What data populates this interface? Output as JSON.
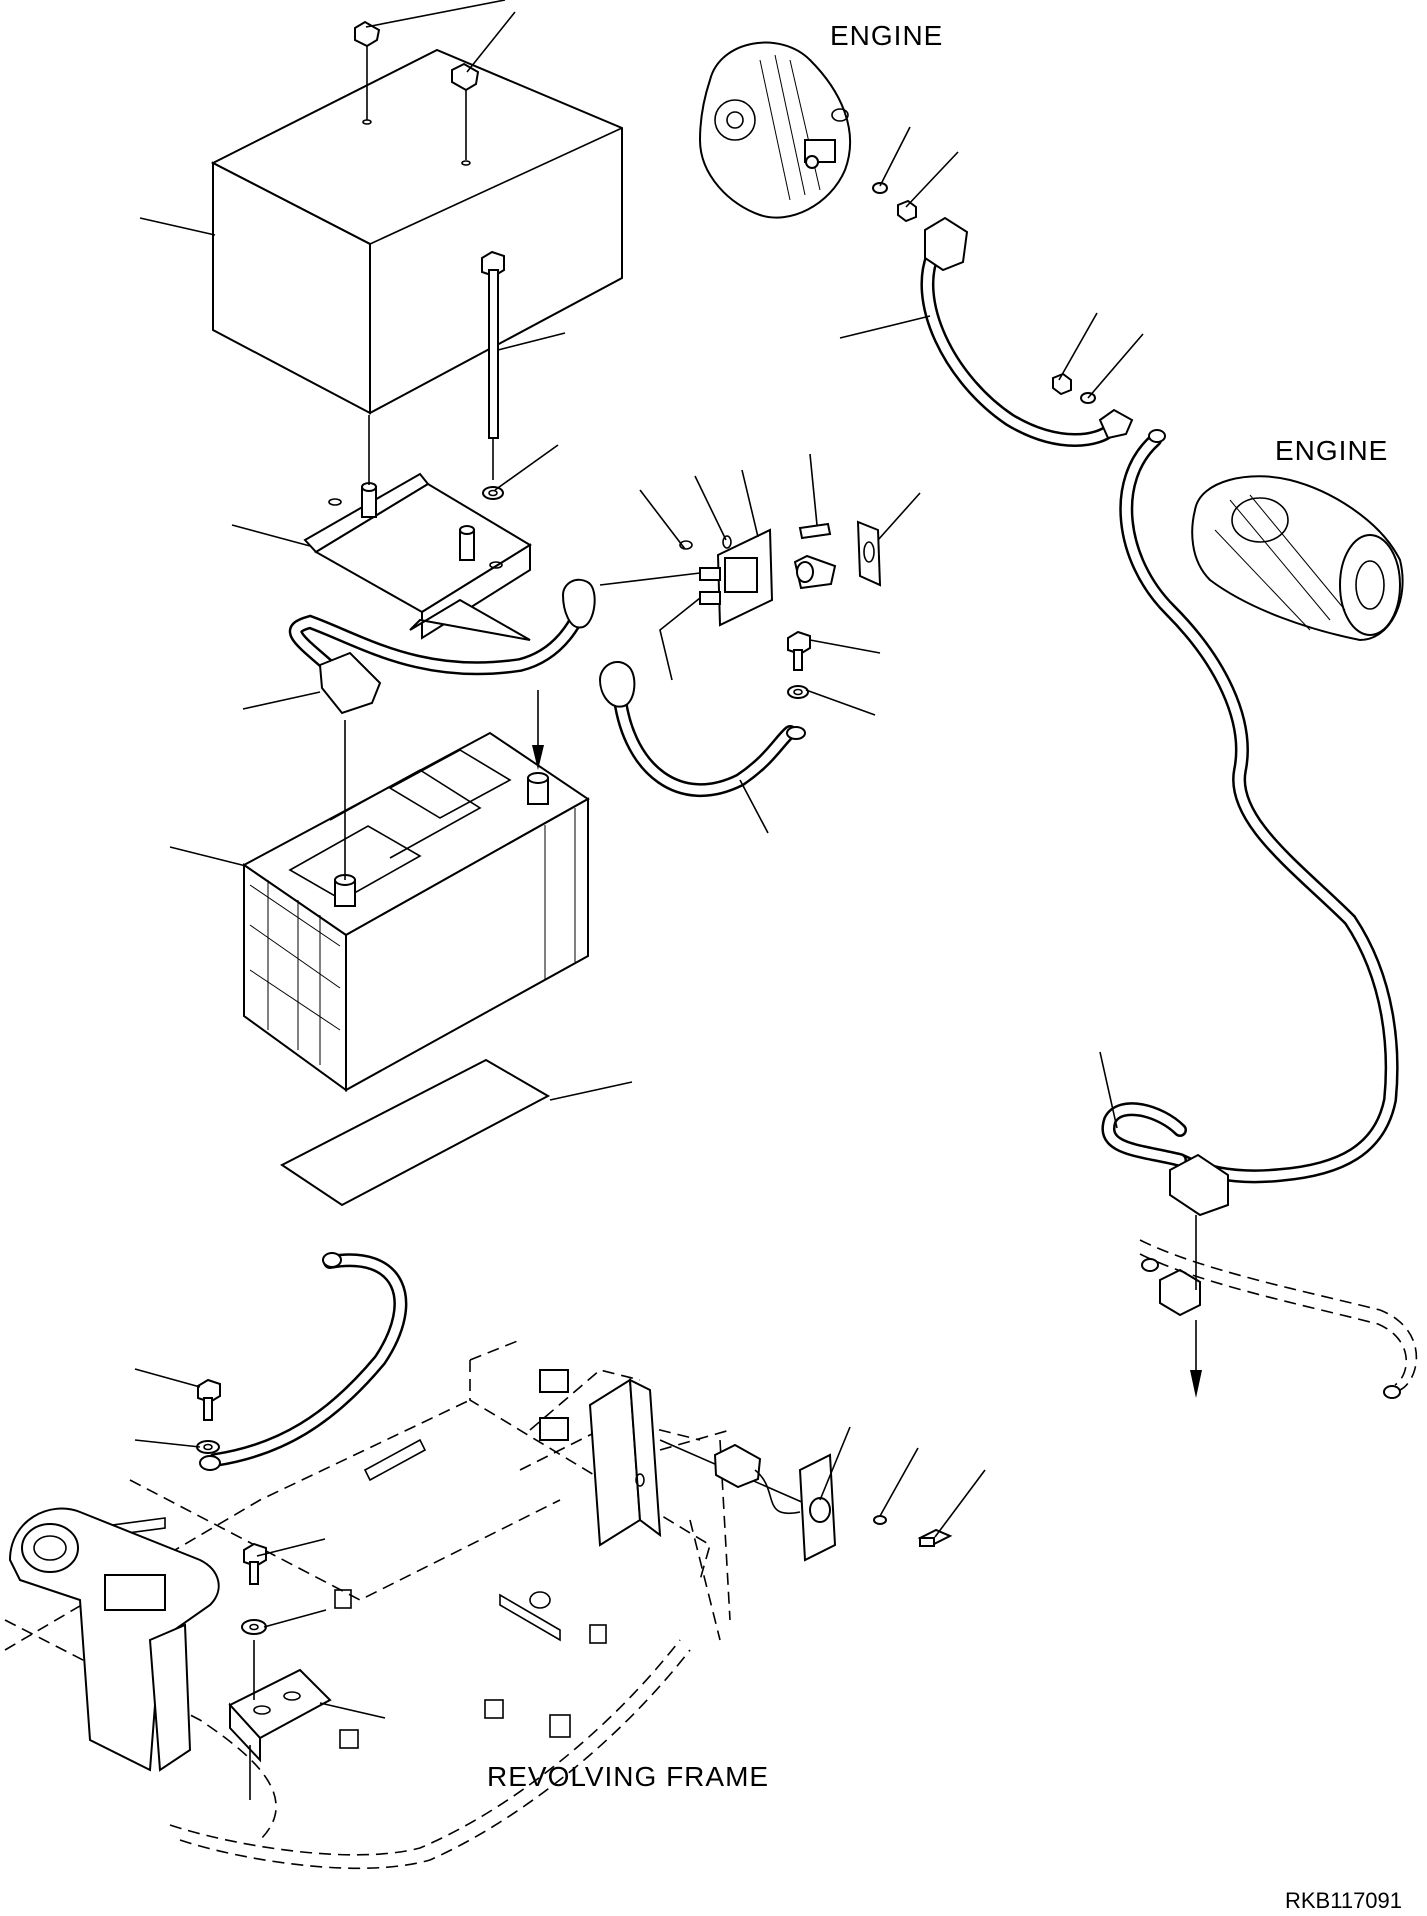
{
  "labels": {
    "engine_top": "ENGINE",
    "engine_right": "ENGINE",
    "revolving_frame": "REVOLVING FRAME",
    "drawing_code": "RKB117091"
  }
}
